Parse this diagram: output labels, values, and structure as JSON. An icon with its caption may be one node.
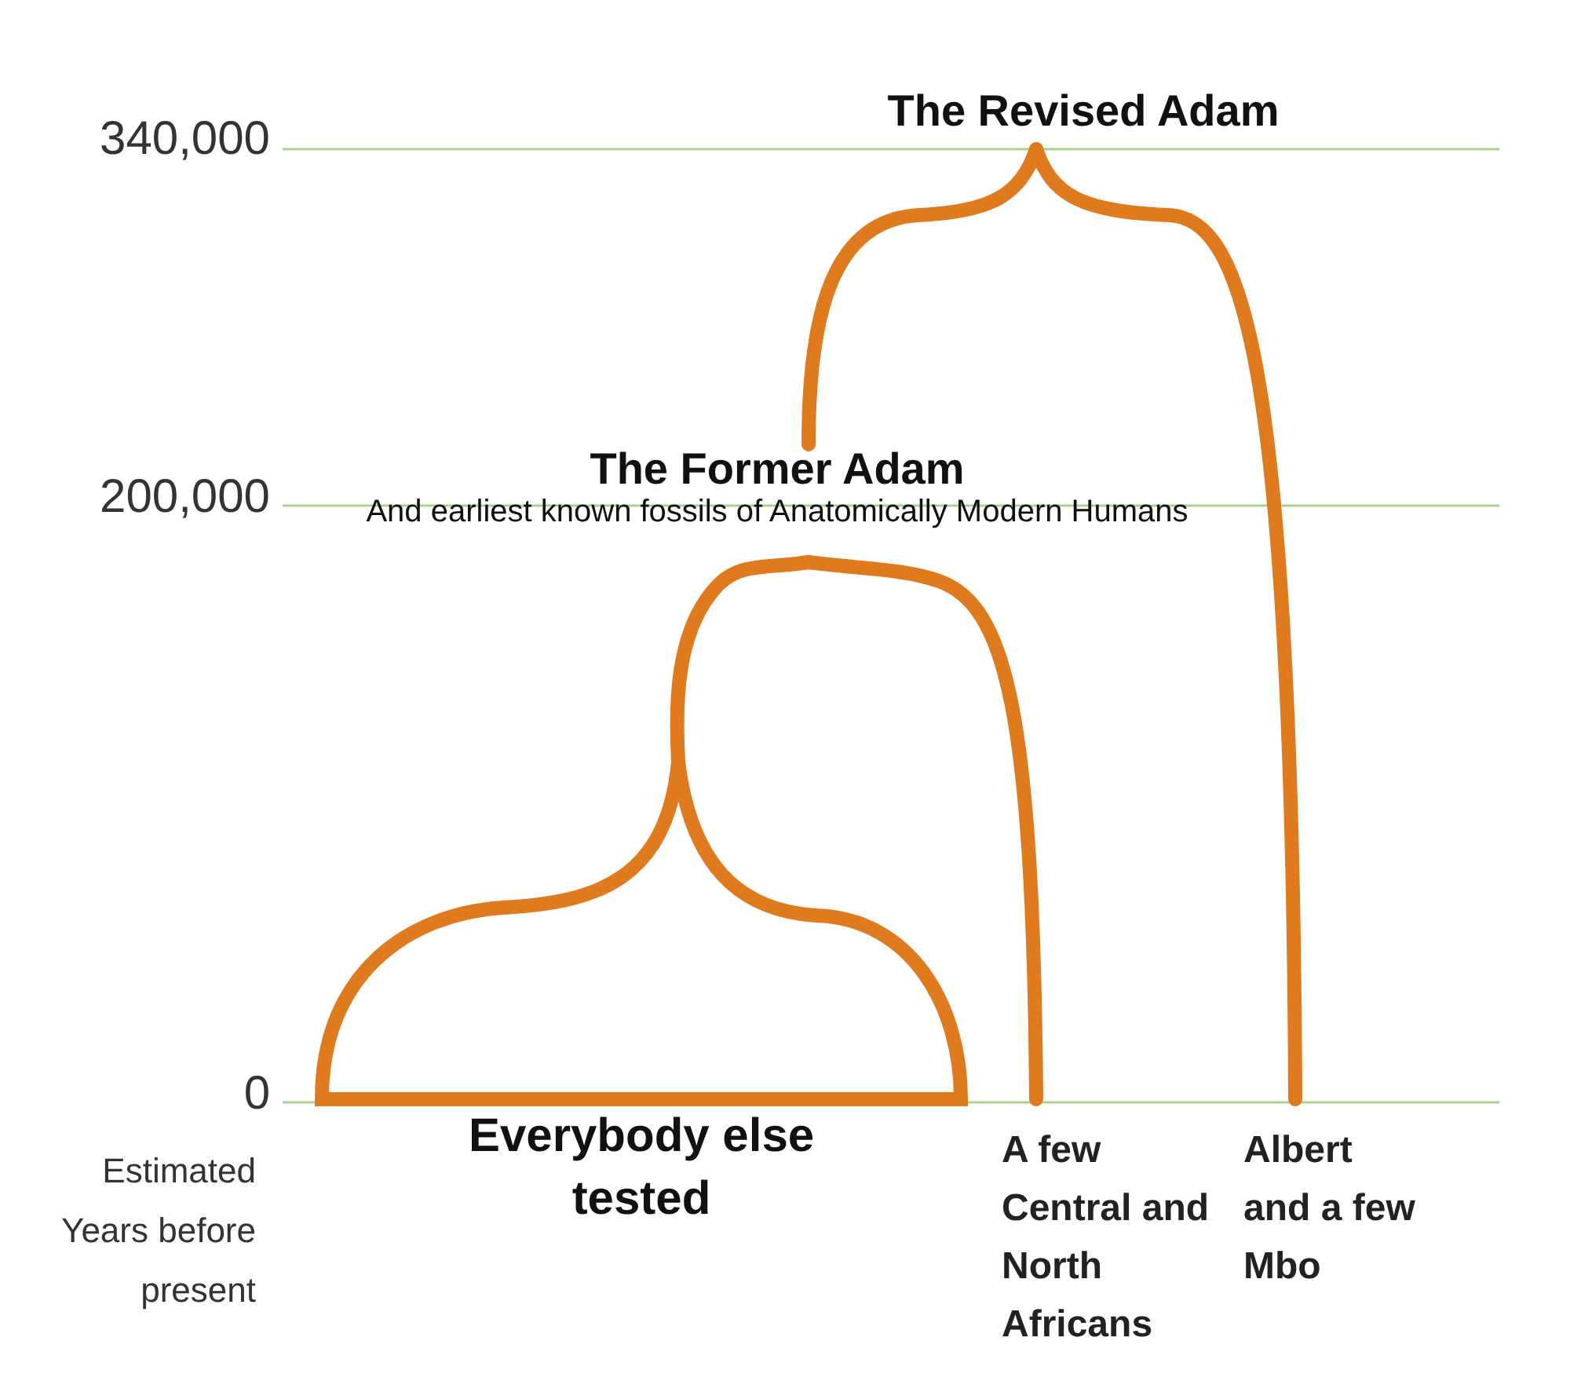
{
  "diagram": {
    "nodes": [
      {
        "text": [
          "The Revised Adam"
        ]
      },
      {
        "text": [
          "The Former Adam",
          "And earliest known fossils of Anatomically Modern Humans"
        ]
      },
      {
        "text": [
          "Everybody else tested"
        ]
      },
      {
        "text": [
          "A few Central and North Africans"
        ]
      },
      {
        "text": [
          "Albert and a few Mbo"
        ]
      }
    ],
    "edges": [
      {
        "from": 0,
        "to": 1,
        "arrow": "none"
      },
      {
        "from": 0,
        "to": 4,
        "arrow": "none"
      },
      {
        "from": 1,
        "to": 3,
        "arrow": "none"
      },
      {
        "from": 1,
        "to": 2,
        "arrow": "none"
      }
    ],
    "labels": [
      "340,000",
      "200,000",
      "0",
      "Estimated Years before present"
    ]
  }
}
